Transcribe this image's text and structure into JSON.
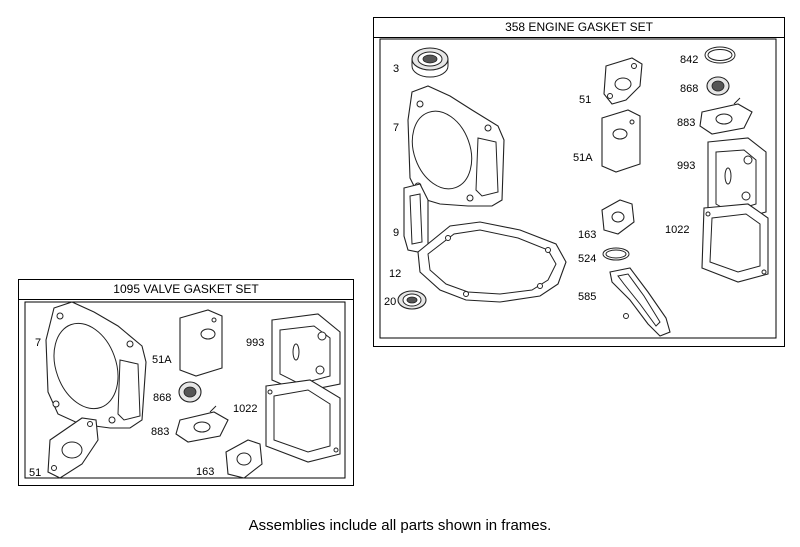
{
  "engine_set": {
    "title": "358 ENGINE GASKET SET",
    "callouts": {
      "p3": "3",
      "p7": "7",
      "p9": "9",
      "p12": "12",
      "p20": "20",
      "p51": "51",
      "p51a": "51A",
      "p163": "163",
      "p524": "524",
      "p585": "585",
      "p842": "842",
      "p868": "868",
      "p883": "883",
      "p993": "993",
      "p1022": "1022"
    }
  },
  "valve_set": {
    "title": "1095 VALVE GASKET SET",
    "callouts": {
      "p7": "7",
      "p51": "51",
      "p51a": "51A",
      "p868": "868",
      "p883": "883",
      "p163": "163",
      "p993": "993",
      "p1022": "1022"
    }
  },
  "footer_note": "Assemblies include all parts shown in frames."
}
